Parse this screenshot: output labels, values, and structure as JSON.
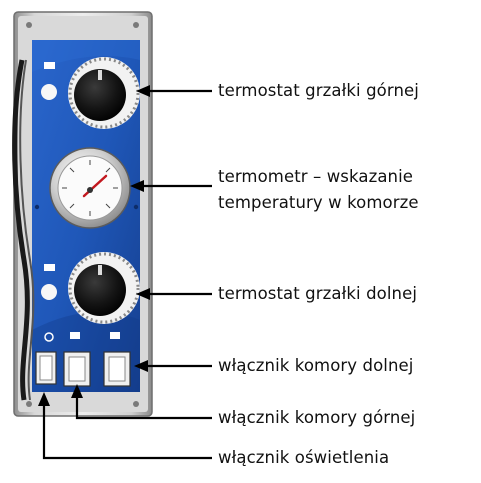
{
  "labels": {
    "upper_thermostat": "termostat grzałki górnej",
    "thermometer_line1": "termometr – wskazanie",
    "thermometer_line2": "temperatury w komorze",
    "lower_thermostat": "termostat grzałki dolnej",
    "lower_chamber_switch": "włącznik komory dolnej",
    "upper_chamber_switch": "włącznik komory górnej",
    "lighting_switch": "włącznik oświetlenia"
  },
  "colors": {
    "panel_blue": "#1f57b8",
    "frame_grey": "#c9c9c9",
    "knob_black": "#111111",
    "line_black": "#000000"
  }
}
